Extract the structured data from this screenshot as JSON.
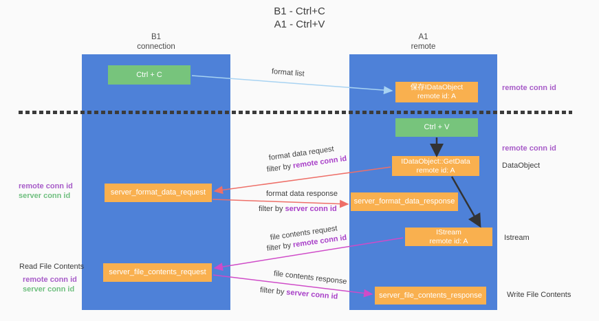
{
  "title": {
    "line1": "B1 - Ctrl+C",
    "line2": "A1 - Ctrl+V"
  },
  "columns": {
    "left": {
      "title": "B1",
      "subtitle": "connection"
    },
    "right": {
      "title": "A1",
      "subtitle": "remote"
    }
  },
  "nodes": {
    "ctrl_c": {
      "label": "Ctrl + C"
    },
    "ctrl_v": {
      "label": "Ctrl + V"
    },
    "save_idataobject": {
      "line1": "保存IDataObject",
      "line2": "remote id: A"
    },
    "idataobject_getdata": {
      "line1": "IDataObject::GetData",
      "line2": "remote id: A"
    },
    "istream": {
      "line1": "IStream",
      "line2": "remote id: A"
    },
    "server_format_data_request": {
      "label": "server_format_data_request"
    },
    "server_format_data_response": {
      "label": "server_format_data_response"
    },
    "server_file_contents_request": {
      "label": "server_file_contents_request"
    },
    "server_file_contents_response": {
      "label": "server_file_contents_response"
    }
  },
  "edge_labels": {
    "format_list": "format list",
    "format_data_request": "format data request",
    "format_data_response": "format data response",
    "file_contents_request": "file contents request",
    "file_contents_response": "file contents response",
    "filter_by": "filter by",
    "remote_conn_id": "remote conn id",
    "server_conn_id": "server conn id"
  },
  "side_labels": {
    "remote_conn_id": "remote conn id",
    "server_conn_id": "server conn id",
    "dataobject": "DataObject",
    "istream": "Istream",
    "read_file_contents": "Read File Contents",
    "write_file_contents": "Write File Contents"
  },
  "colors": {
    "column_blue": "#4e81d8",
    "box_orange": "#f9b04f",
    "box_green": "#77c47c",
    "arrow_lightblue": "#a8d3f2",
    "arrow_red": "#ee6f68",
    "arrow_magenta": "#cf4bc8",
    "arrow_black": "#333333",
    "text_purple": "#a75cc8",
    "text_green": "#6fbf7f",
    "label_purple": "#a83fc8"
  }
}
